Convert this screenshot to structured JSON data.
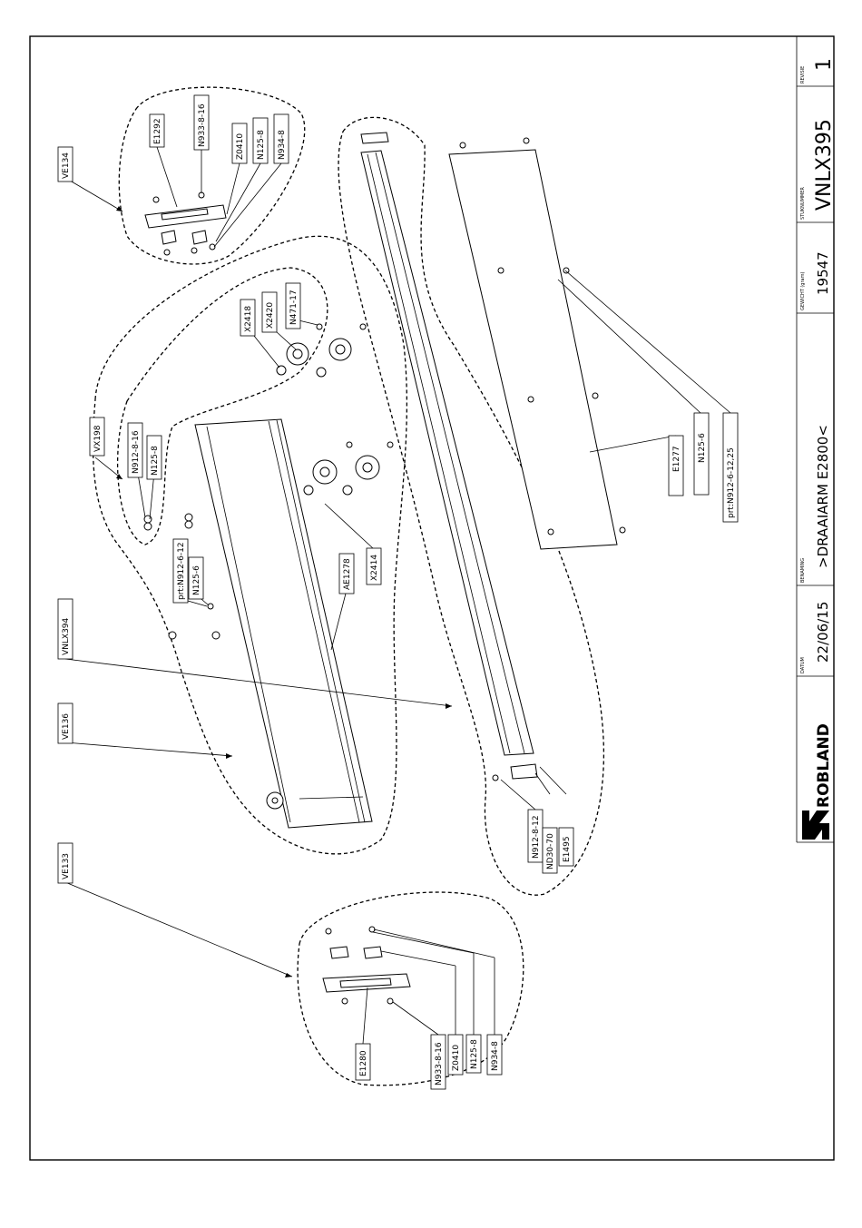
{
  "title_block": {
    "revisie_header": "REVISIE",
    "revisie_value": "1",
    "stuknummer_header": "STUKNUMMER",
    "stuknummer_value": "VNLX395",
    "gewicht_header": "GEWICHT (gram)",
    "gewicht_value": "19547",
    "benaming_header": "BENAMING",
    "benaming_value": ">DRAAIARM E2800<",
    "datum_header": "DATUM",
    "datum_value": "22/06/15",
    "logo_text": "ROBLAND"
  },
  "callouts": {
    "ve134": "VE134",
    "vx198": "VX198",
    "vnlx394": "VNLX394",
    "ve136": "VE136",
    "ve133": "VE133"
  },
  "part_labels": {
    "e1292": "E1292",
    "n933_8_16_top": "N933-8-16",
    "z0410_top": "Z0410",
    "n125_8_top": "N125-8",
    "n934_8_top": "N934-8",
    "x2418": "X2418",
    "x2420": "X2420",
    "n471_17": "N471-17",
    "n912_8_16": "N912-8-16",
    "n125_8_mid": "N125-8",
    "prt_n912_6_12": "prt:N912-6-12",
    "n125_6_left": "N125-6",
    "ae1278": "AE1278",
    "x2414": "X2414",
    "e1277": "E1277",
    "n125_6_right": "N125-6",
    "prt_n912_6_12_25": "prt:N912-6-12,25",
    "n912_8_12": "N912-8-12",
    "nd30_70": "ND30-70",
    "e1495": "E1495",
    "e1280": "E1280",
    "n933_8_16_bottom": "N933-8-16",
    "z0410_bottom": "Z0410",
    "n125_8_bottom": "N125-8",
    "n934_8_bottom": "N934-8"
  }
}
